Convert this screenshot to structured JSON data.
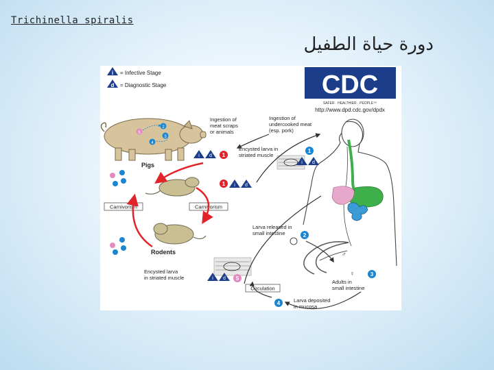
{
  "slide": {
    "title_en": "Trichinella  spiralis ",
    "title_ar": "دورة حياة الطفيل"
  },
  "legend": {
    "i_label": "= Infective Stage",
    "d_label": "= Diagnostic Stage"
  },
  "cdc": {
    "logo_text": "CDC",
    "tagline": "SAFER · HEALTHIER · PEOPLE™",
    "url": "http://www.dpd.cdc.gov/dpdx"
  },
  "labels": {
    "ingestion_scraps": [
      "Ingestion of",
      "meat scraps",
      "or animals"
    ],
    "ingestion_undercooked": [
      "Ingestion of",
      "undercooked meat",
      "(esp. pork)"
    ],
    "encysted_top": [
      "Encysted larva in",
      "striated muscle"
    ],
    "pigs": "Pigs",
    "carnivorism_left": "Carnivorism",
    "carnivorism_right": "Carnivorism",
    "larva_released": [
      "Larva released in",
      "small intestine"
    ],
    "rodents": "Rodents",
    "adults": [
      "Adults in",
      "small intestine"
    ],
    "encysted_bottom": [
      "Encysted larva",
      "in striated muscle"
    ],
    "circulation": "Circulation",
    "larva_deposited": [
      "Larva deposited",
      "in mucosa"
    ],
    "female_symbol": "♀",
    "male_symbol": "♂"
  },
  "stage_markers": {
    "i": "i",
    "d": "d",
    "n1": "1",
    "n2": "2",
    "n3": "3",
    "n4": "4",
    "n5": "5"
  },
  "colors": {
    "legend_blue": "#1b3d8a",
    "marker_blue": "#1a86d1",
    "marker_red": "#e2232a",
    "marker_pink": "#e58ac0",
    "arrow_dark": "#333333",
    "arrow_red": "#e2232a",
    "stomach_green": "#3eb04b",
    "organ_pink": "#e8a8cc",
    "pig_tan": "#d8c49c",
    "rodent_tan": "#c9bf93"
  }
}
